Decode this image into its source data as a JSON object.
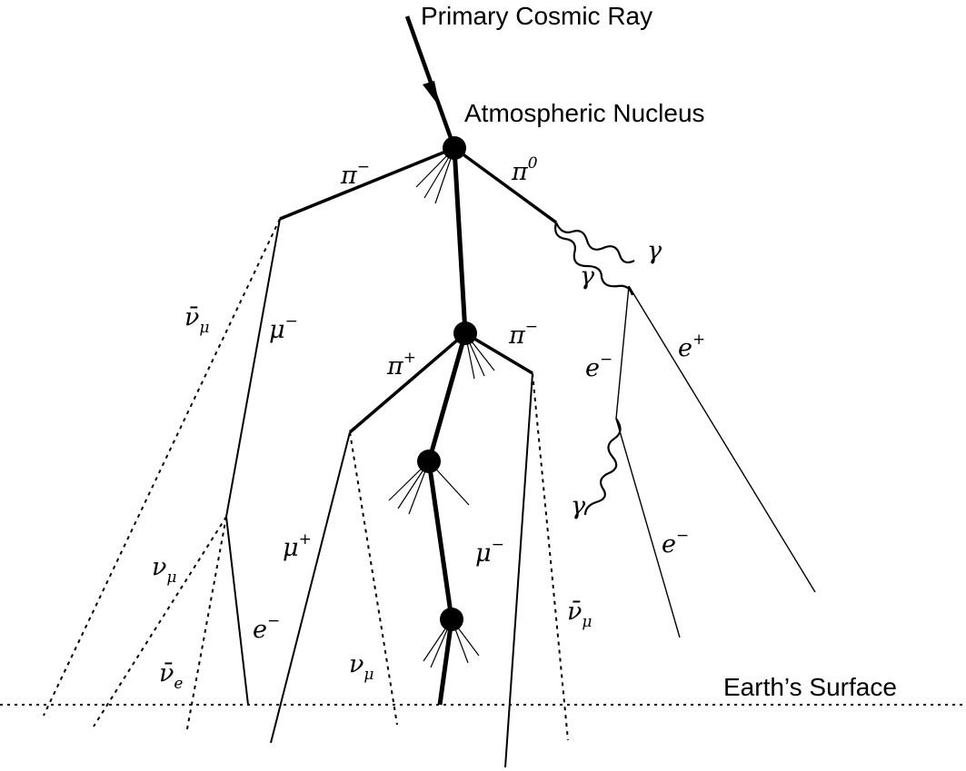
{
  "labels": {
    "primary": "Primary Cosmic Ray",
    "nucleus": "Atmospheric Nucleus",
    "surface": "Earth’s Surface"
  },
  "particles": {
    "pi_minus_1": {
      "base": "π",
      "sup": "−"
    },
    "pi_zero": {
      "base": "π",
      "sup": "0"
    },
    "gamma_1": {
      "base": "γ"
    },
    "gamma_2": {
      "base": "γ"
    },
    "nubar_mu_1": {
      "base": "ν̄",
      "sub": "μ"
    },
    "mu_minus_1": {
      "base": "μ",
      "sup": "−"
    },
    "pi_plus": {
      "base": "π",
      "sup": "+"
    },
    "pi_minus_2": {
      "base": "π",
      "sup": "−"
    },
    "e_minus_1": {
      "base": "e",
      "sup": "−"
    },
    "e_plus": {
      "base": "e",
      "sup": "+"
    },
    "gamma_3": {
      "base": "γ"
    },
    "mu_plus": {
      "base": "μ",
      "sup": "+"
    },
    "mu_minus_2": {
      "base": "μ",
      "sup": "−"
    },
    "e_minus_2": {
      "base": "e",
      "sup": "−"
    },
    "nu_mu_1": {
      "base": "ν",
      "sub": "μ"
    },
    "e_minus_3": {
      "base": "e",
      "sup": "−"
    },
    "nu_mu_2": {
      "base": "ν",
      "sub": "μ"
    },
    "nubar_mu_2": {
      "base": "ν̄",
      "sub": "μ"
    },
    "nubar_e": {
      "base": "ν̄",
      "sub": "e"
    }
  }
}
